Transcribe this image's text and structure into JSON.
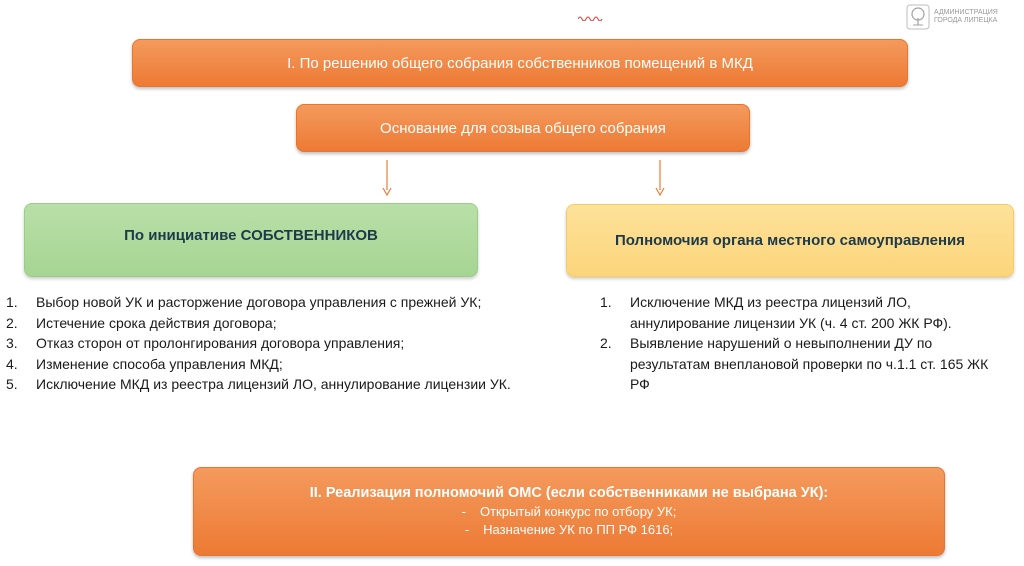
{
  "logo": {
    "line1": "Администрация",
    "line2": "города Липецка"
  },
  "top_box": {
    "text": "I. По решению общего собрания собственников помещений в МКД"
  },
  "sub_box": {
    "text": "Основание для созыва общего собрания"
  },
  "left_box": {
    "text": "По инициативе СОБСТВЕННИКОВ"
  },
  "right_box": {
    "text": "Полномочия органа местного самоуправления"
  },
  "left_list": [
    {
      "num": "1.",
      "text": "Выбор новой УК и расторжение договора управления с прежней УК;"
    },
    {
      "num": "2.",
      "text": "Истечение срока действия договора;"
    },
    {
      "num": "3.",
      "text": "Отказ сторон от пролонгирования договора управления;"
    },
    {
      "num": "4.",
      "text": "Изменение способа управления МКД;"
    },
    {
      "num": "5.",
      "text": "Исключение МКД из реестра лицензий ЛО, аннулирование лицензии УК."
    }
  ],
  "right_list": [
    {
      "num": "1.",
      "text": "Исключение МКД из реестра лицензий ЛО, аннулирование лицензии УК (ч. 4 ст. 200 ЖК РФ)."
    },
    {
      "num": "2.",
      "text": "Выявление нарушений о невыполнении ДУ по результатам внеплановой проверки по ч.1.1 ст. 165 ЖК РФ"
    }
  ],
  "bottom_box": {
    "title": "II. Реализация полномочий ОМС (если собственниками не выбрана УК):",
    "items": [
      {
        "dash": "-",
        "text": "Открытый конкурс по отбору УК;"
      },
      {
        "dash": "-",
        "text": "Назначение УК по ПП РФ 1616;"
      }
    ]
  },
  "colors": {
    "orange": "#ed7a34",
    "green": "#a6d593",
    "yellow": "#fcd57a",
    "text_dark": "#1d3a4a"
  }
}
